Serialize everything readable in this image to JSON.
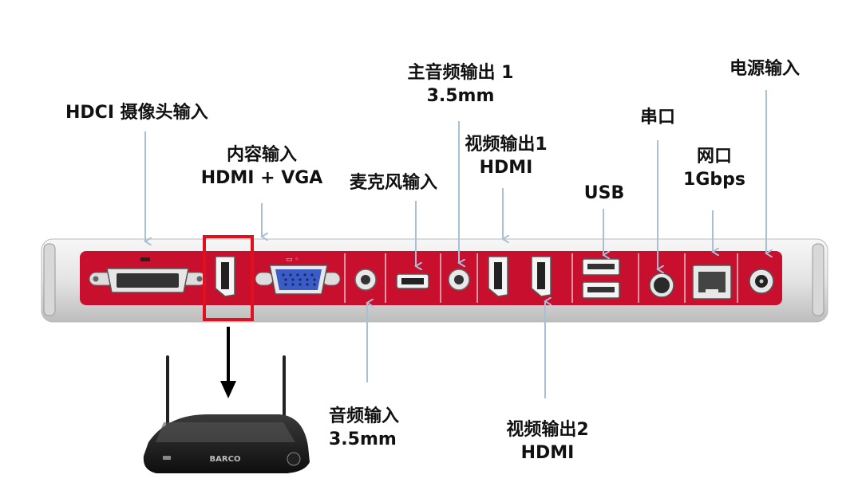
{
  "labels": {
    "hdci_camera": {
      "line1": "HDCI 摄像头输入"
    },
    "content_input": {
      "line1": "内容输入",
      "line2": "HDMI + VGA"
    },
    "mic_input": {
      "line1": "麦克风输入"
    },
    "main_audio_out": {
      "line1": "主音频输出 1",
      "line2": "3.5mm"
    },
    "video_out1": {
      "line1": "视频输出1",
      "line2": "HDMI"
    },
    "usb": {
      "line1": "USB"
    },
    "serial": {
      "line1": "串口"
    },
    "network": {
      "line1": "网口",
      "line2": "1Gbps"
    },
    "power": {
      "line1": "电源输入"
    },
    "audio_input": {
      "line1": "音频输入",
      "line2": "3.5mm"
    },
    "video_out2": {
      "line1": "视频输出2",
      "line2": "HDMI"
    }
  },
  "device_logo": "BARCO",
  "colors": {
    "panel_red": "#c8102e",
    "arrow_blue": "#a9bfd6",
    "highlight": "#e0101e",
    "chassis": "#e8e8e8"
  }
}
